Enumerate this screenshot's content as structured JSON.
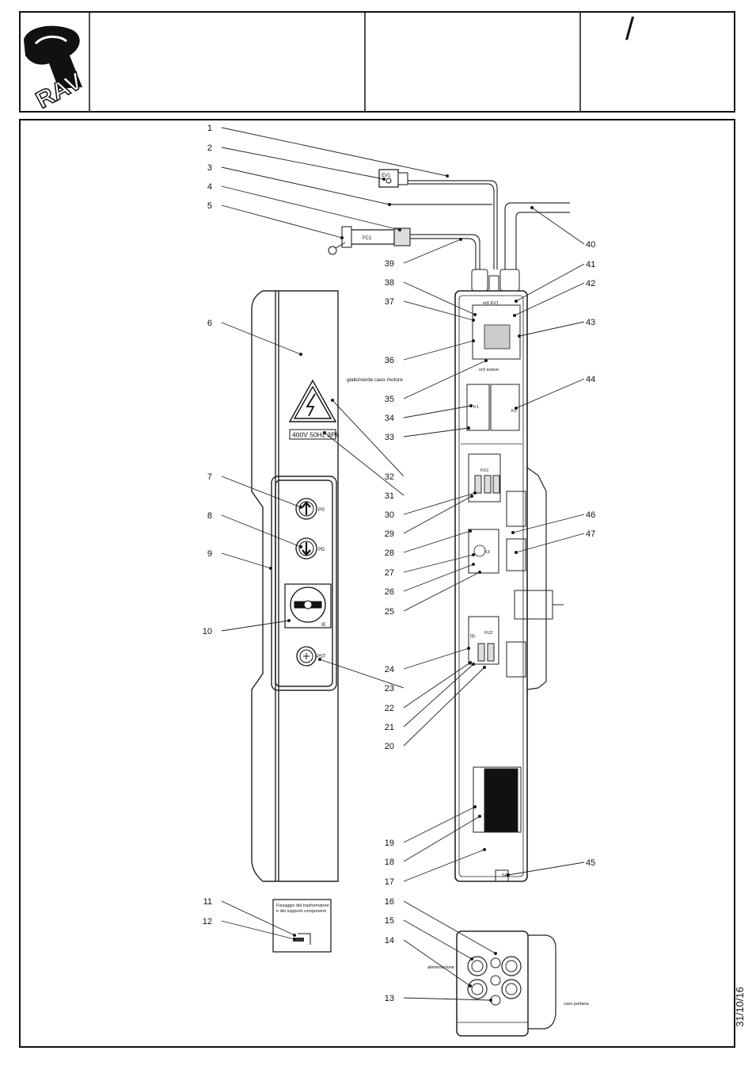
{
  "header": {
    "logo_text": "RAV",
    "title": "",
    "description": "",
    "sheet_number": "/"
  },
  "stamp": {
    "date": "31/10/16"
  },
  "callouts": {
    "left": [
      "1",
      "2",
      "3",
      "4",
      "5",
      "6",
      "7",
      "8",
      "9",
      "10",
      "11",
      "12"
    ],
    "mid": [
      "39",
      "38",
      "37",
      "36",
      "35",
      "34",
      "33",
      "32",
      "31",
      "30",
      "29",
      "28",
      "27",
      "26",
      "25",
      "24",
      "23",
      "22",
      "21",
      "20",
      "19",
      "18",
      "17",
      "16",
      "15",
      "14",
      "13"
    ],
    "right": [
      "40",
      "41",
      "42",
      "43",
      "44",
      "46",
      "47",
      "45"
    ]
  },
  "notes": {
    "ground": "giallo/verde cavo motore",
    "voltage": "400V 50Hz 3Ph",
    "fixing_1": "Fissaggio del trasformatore",
    "fixing_2": "e dei supporti componenti",
    "supply": "alimentazione",
    "pedal": "cavo pedana",
    "n_motor": "nr9 motori",
    "n_ev": "nr8 EV1"
  },
  "components": {
    "ev1": "EV1",
    "fc1": "FC1",
    "ps": "PS",
    "pd": "PD",
    "ie": "IE",
    "pst": "PST",
    "fu1": "FU1",
    "fu2": "FU2",
    "k1": "K1",
    "k2": "K2",
    "k3": "K3",
    "ql": "QL",
    "sa": "SA"
  }
}
